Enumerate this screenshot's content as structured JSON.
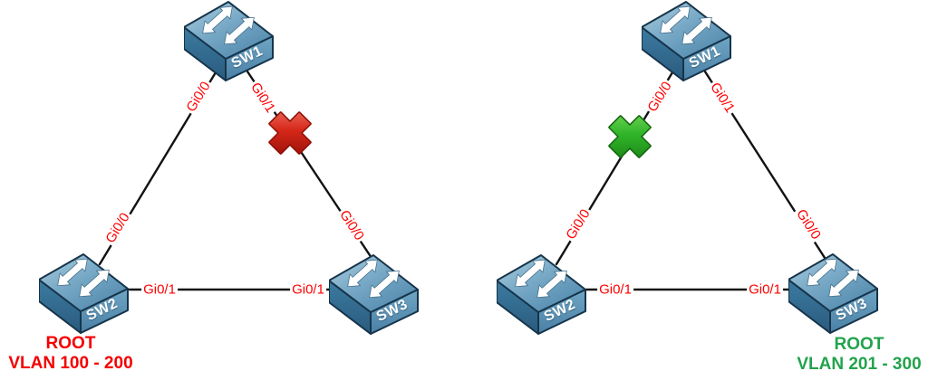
{
  "figure": {
    "type": "spanning-tree-topology-diagram",
    "background": "#ffffff"
  },
  "colors": {
    "port_label_text": "#ff0000",
    "root_label_left": "#f50000",
    "root_label_right": "#22a34c",
    "blocked_x_left": "#cf1d10",
    "blocked_x_right": "#2eb229",
    "switch_body_blue": "#4d87ac",
    "link_line": "#121212"
  },
  "diagrams": [
    {
      "side": "left",
      "nodes": [
        {
          "label": "SW1"
        },
        {
          "label": "SW2"
        },
        {
          "label": "SW3"
        }
      ],
      "ports": [
        {
          "id": "sw1-uplink-left",
          "label": "Gi0/0"
        },
        {
          "id": "sw1-uplink-right",
          "label": "Gi0/1"
        },
        {
          "id": "sw2-uplink",
          "label": "Gi0/0"
        },
        {
          "id": "sw3-uplink",
          "label": "Gi0/0"
        },
        {
          "id": "sw2-horizontal",
          "label": "Gi0/1"
        },
        {
          "id": "sw3-horizontal",
          "label": "Gi0/1"
        }
      ],
      "blocked_mark": {
        "link": "SW1-SW3",
        "color": "#cf1d10"
      },
      "root": {
        "title": "ROOT",
        "vlan_range": "VLAN 100 - 200"
      }
    },
    {
      "side": "right",
      "nodes": [
        {
          "label": "SW1"
        },
        {
          "label": "SW2"
        },
        {
          "label": "SW3"
        }
      ],
      "ports": [
        {
          "id": "sw1-uplink-left",
          "label": "Gi0/0"
        },
        {
          "id": "sw1-uplink-right",
          "label": "Gi0/1"
        },
        {
          "id": "sw2-uplink",
          "label": "Gi0/0"
        },
        {
          "id": "sw3-uplink",
          "label": "Gi0/0"
        },
        {
          "id": "sw2-horizontal",
          "label": "Gi0/1"
        },
        {
          "id": "sw3-horizontal",
          "label": "Gi0/1"
        }
      ],
      "blocked_mark": {
        "link": "SW1-SW2",
        "color": "#2eb229"
      },
      "root": {
        "title": "ROOT",
        "vlan_range": "VLAN 201 - 300"
      }
    }
  ]
}
